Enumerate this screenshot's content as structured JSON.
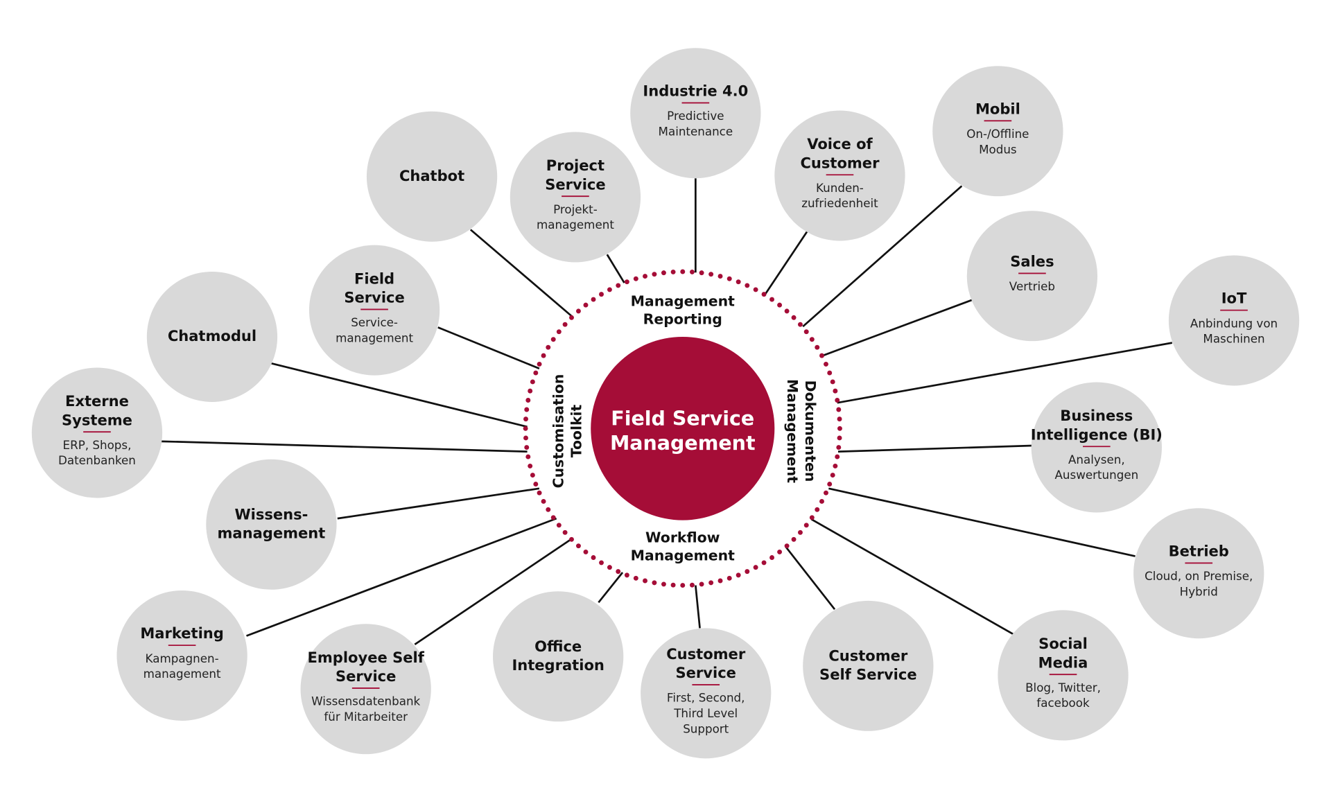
{
  "colors": {
    "accent": "#a50d37",
    "node_fill": "#d9d9d9",
    "line": "#111111"
  },
  "center": {
    "lines": [
      "Field Service",
      "Management"
    ]
  },
  "ring_labels": {
    "top": [
      "Management",
      "Reporting"
    ],
    "bottom": [
      "Workflow",
      "Management"
    ],
    "left": [
      "Customisation",
      "Toolkit"
    ],
    "right": [
      "Dokumenten",
      "Management"
    ]
  },
  "nodes": [
    {
      "title": [
        "Industrie 4.0"
      ],
      "sub": [
        "Predictive",
        "Maintenance"
      ]
    },
    {
      "title": [
        "Mobil"
      ],
      "sub": [
        "On-/Offline",
        "Modus"
      ]
    },
    {
      "title": [
        "Chatbot"
      ],
      "sub": []
    },
    {
      "title": [
        "Project",
        "Service"
      ],
      "sub": [
        "Projekt-",
        "management"
      ]
    },
    {
      "title": [
        "Voice of",
        "Customer"
      ],
      "sub": [
        "Kunden-",
        "zufriedenheit"
      ]
    },
    {
      "title": [
        "Sales"
      ],
      "sub": [
        "Vertrieb"
      ]
    },
    {
      "title": [
        "IoT"
      ],
      "sub": [
        "Anbindung von",
        "Maschinen"
      ]
    },
    {
      "title": [
        "Field",
        "Service"
      ],
      "sub": [
        "Service-",
        "management"
      ]
    },
    {
      "title": [
        "Chatmodul"
      ],
      "sub": []
    },
    {
      "title": [
        "Externe",
        "Systeme"
      ],
      "sub": [
        "ERP, Shops,",
        "Datenbanken"
      ]
    },
    {
      "title": [
        "Business",
        "Intelligence (BI)"
      ],
      "sub": [
        "Analysen,",
        "Auswertungen"
      ]
    },
    {
      "title": [
        "Wissens-",
        "management"
      ],
      "sub": []
    },
    {
      "title": [
        "Betrieb"
      ],
      "sub": [
        "Cloud, on Premise,",
        "Hybrid"
      ]
    },
    {
      "title": [
        "Marketing"
      ],
      "sub": [
        "Kampagnen-",
        "management"
      ]
    },
    {
      "title": [
        "Employee Self",
        "Service"
      ],
      "sub": [
        "Wissensdatenbank",
        "für Mitarbeiter"
      ]
    },
    {
      "title": [
        "Office",
        "Integration"
      ],
      "sub": []
    },
    {
      "title": [
        "Customer",
        "Service"
      ],
      "sub": [
        "First, Second,",
        "Third Level",
        "Support"
      ]
    },
    {
      "title": [
        "Customer",
        "Self Service"
      ],
      "sub": []
    },
    {
      "title": [
        "Social",
        "Media"
      ],
      "sub": [
        "Blog, Twitter,",
        "facebook"
      ]
    }
  ]
}
